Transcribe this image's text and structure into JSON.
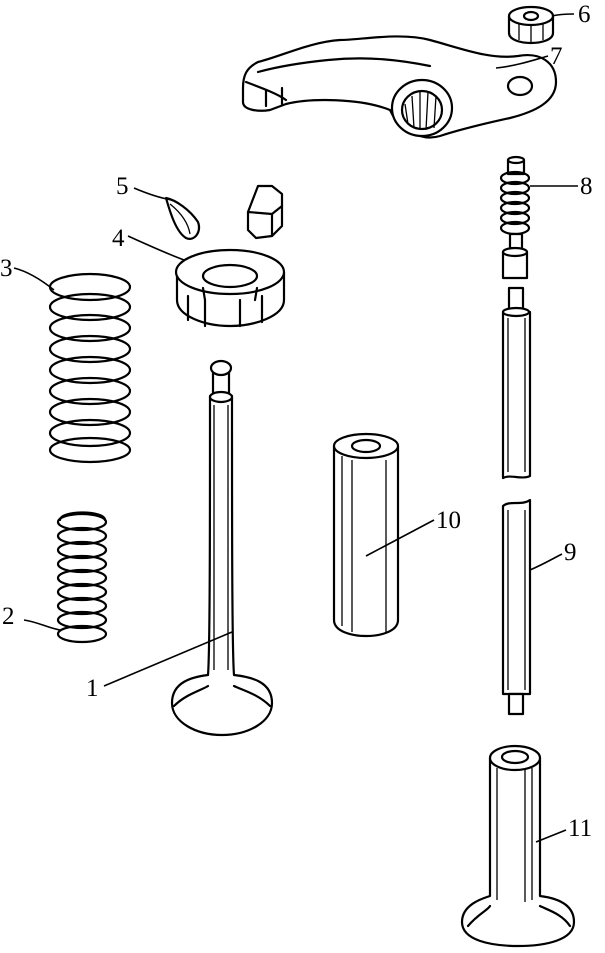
{
  "figure": {
    "part_labels": [
      "1",
      "2",
      "3",
      "4",
      "5",
      "6",
      "7",
      "8",
      "9",
      "10",
      "11"
    ]
  }
}
